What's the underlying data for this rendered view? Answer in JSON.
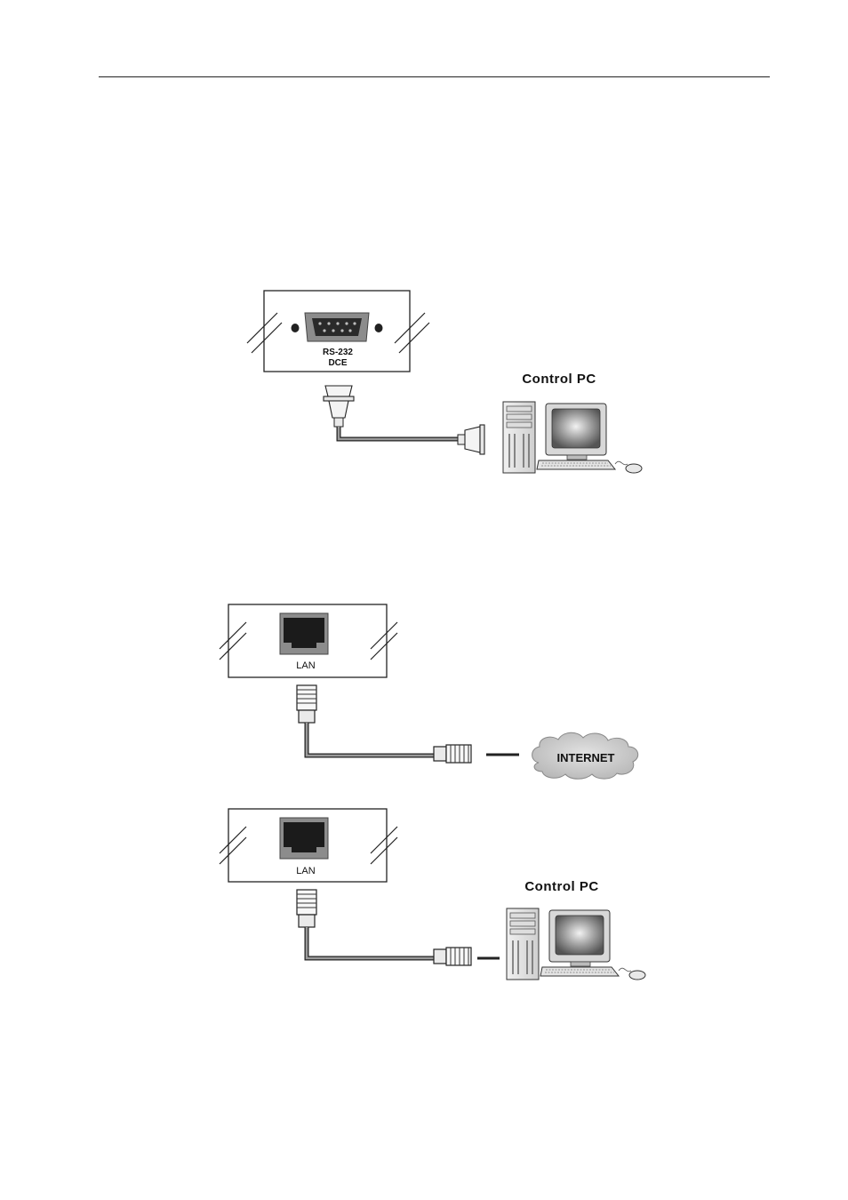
{
  "diagrams": {
    "rs232": {
      "port_label_line1": "RS-232",
      "port_label_line2": "DCE",
      "pc_label": "Control PC"
    },
    "lan_internet": {
      "port_label": "LAN",
      "cloud_label": "INTERNET"
    },
    "lan_pc": {
      "port_label": "LAN",
      "pc_label": "Control PC"
    }
  },
  "colors": {
    "line": "#222222",
    "cable": "#9a9a9a",
    "port_face": "#8c8c8c",
    "port_dark": "#1b1b1b",
    "cloud": "#c9c9c9"
  }
}
